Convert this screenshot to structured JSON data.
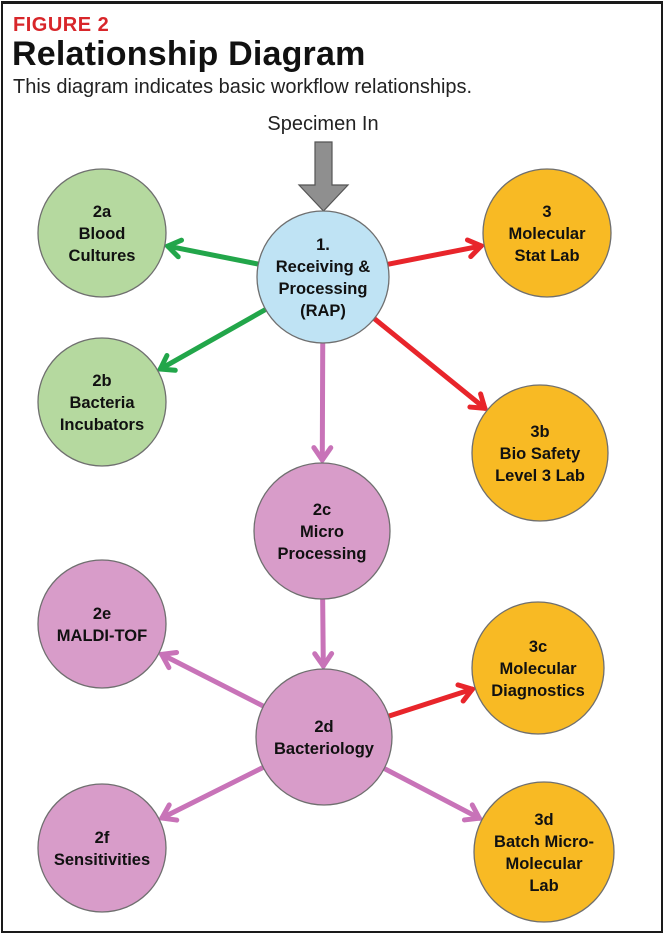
{
  "figure_label": "FIGURE 2",
  "title": "Relationship Diagram",
  "subtitle": "This diagram indicates basic workflow relationships.",
  "input_label": "Specimen In",
  "colors": {
    "green_node": "#b5d99f",
    "pink_node": "#d89cc9",
    "orange_node": "#f8ba24",
    "blue_node": "#bfe3f4",
    "green_arrow": "#22a64a",
    "red_arrow": "#e8252b",
    "pink_arrow": "#c873b8",
    "gray_arrow": "#8c8c8c"
  },
  "nodes": [
    {
      "id": "n1",
      "color": "blue",
      "lines": [
        "1.",
        "Receiving &",
        "Processing",
        "(RAP)"
      ]
    },
    {
      "id": "n2a",
      "color": "green",
      "lines": [
        "2a",
        "Blood",
        "Cultures"
      ]
    },
    {
      "id": "n2b",
      "color": "green",
      "lines": [
        "2b",
        "Bacteria",
        "Incubators"
      ]
    },
    {
      "id": "n2c",
      "color": "pink",
      "lines": [
        "2c",
        "Micro",
        "Processing"
      ]
    },
    {
      "id": "n2d",
      "color": "pink",
      "lines": [
        "2d",
        "Bacteriology"
      ]
    },
    {
      "id": "n2e",
      "color": "pink",
      "lines": [
        "2e",
        "MALDI-TOF"
      ]
    },
    {
      "id": "n2f",
      "color": "pink",
      "lines": [
        "2f",
        "Sensitivities"
      ]
    },
    {
      "id": "n3",
      "color": "orange",
      "lines": [
        "3",
        "Molecular",
        "Stat Lab"
      ]
    },
    {
      "id": "n3b",
      "color": "orange",
      "lines": [
        "3b",
        "Bio Safety",
        "Level 3 Lab"
      ]
    },
    {
      "id": "n3c",
      "color": "orange",
      "lines": [
        "3c",
        "Molecular",
        "Diagnostics"
      ]
    },
    {
      "id": "n3d",
      "color": "orange",
      "lines": [
        "3d",
        "Batch Micro-",
        "Molecular",
        "Lab"
      ]
    }
  ],
  "edges": [
    {
      "from": "n1",
      "to": "n2a",
      "color": "green"
    },
    {
      "from": "n1",
      "to": "n2b",
      "color": "green"
    },
    {
      "from": "n1",
      "to": "n3",
      "color": "red"
    },
    {
      "from": "n1",
      "to": "n3b",
      "color": "red"
    },
    {
      "from": "n1",
      "to": "n2c",
      "color": "pink"
    },
    {
      "from": "n2c",
      "to": "n2d",
      "color": "pink"
    },
    {
      "from": "n2d",
      "to": "n2e",
      "color": "pink"
    },
    {
      "from": "n2d",
      "to": "n2f",
      "color": "pink"
    },
    {
      "from": "n2d",
      "to": "n3c",
      "color": "red"
    },
    {
      "from": "n2d",
      "to": "n3d",
      "color": "pink"
    }
  ]
}
